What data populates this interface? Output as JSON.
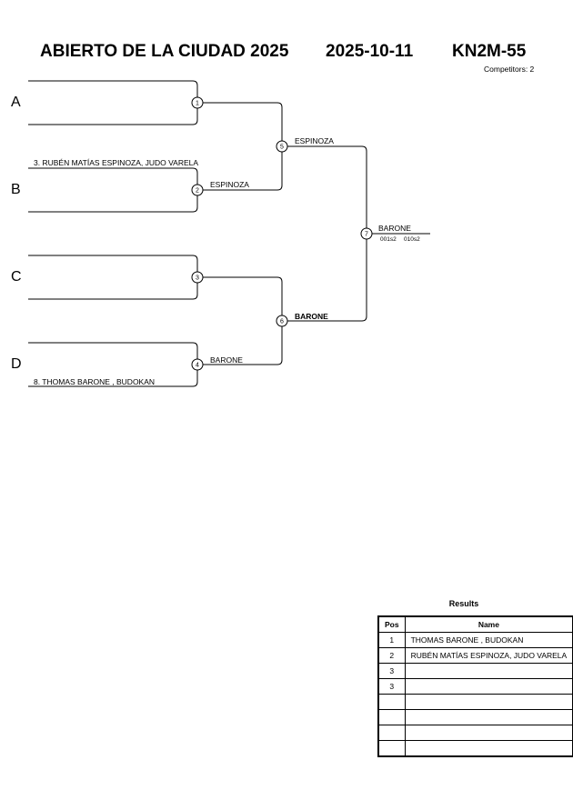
{
  "header": {
    "event": "ABIERTO DE LA CIUDAD 2025",
    "date": "2025-10-11",
    "category": "KN2M-55",
    "competitors": "Competitors: 2"
  },
  "pools": [
    "A",
    "B",
    "C",
    "D"
  ],
  "entries": {
    "b_top": "3. RUBÉN MATÍAS ESPINOZA, JUDO VARELA",
    "d_bottom": "8. THOMAS  BARONE , BUDOKAN"
  },
  "matches": {
    "m1": "1",
    "m2": "2",
    "m3": "3",
    "m4": "4",
    "m5": "5",
    "m6": "6",
    "m7": "7"
  },
  "winners": {
    "m2": "ESPINOZA",
    "m4": "BARONE",
    "m5": "ESPINOZA",
    "m6": "BARONE",
    "m7": "BARONE"
  },
  "scores": {
    "m7_left": "001s2",
    "m7_right": "010s2"
  },
  "results": {
    "title": "Results",
    "headers": [
      "Pos",
      "Name"
    ],
    "rows": [
      {
        "pos": "1",
        "name": "THOMAS  BARONE , BUDOKAN"
      },
      {
        "pos": "2",
        "name": "RUBÉN MATÍAS ESPINOZA, JUDO VARELA"
      },
      {
        "pos": "3",
        "name": ""
      },
      {
        "pos": "3",
        "name": ""
      },
      {
        "pos": "",
        "name": ""
      },
      {
        "pos": "",
        "name": ""
      },
      {
        "pos": "",
        "name": ""
      },
      {
        "pos": "",
        "name": ""
      }
    ]
  }
}
